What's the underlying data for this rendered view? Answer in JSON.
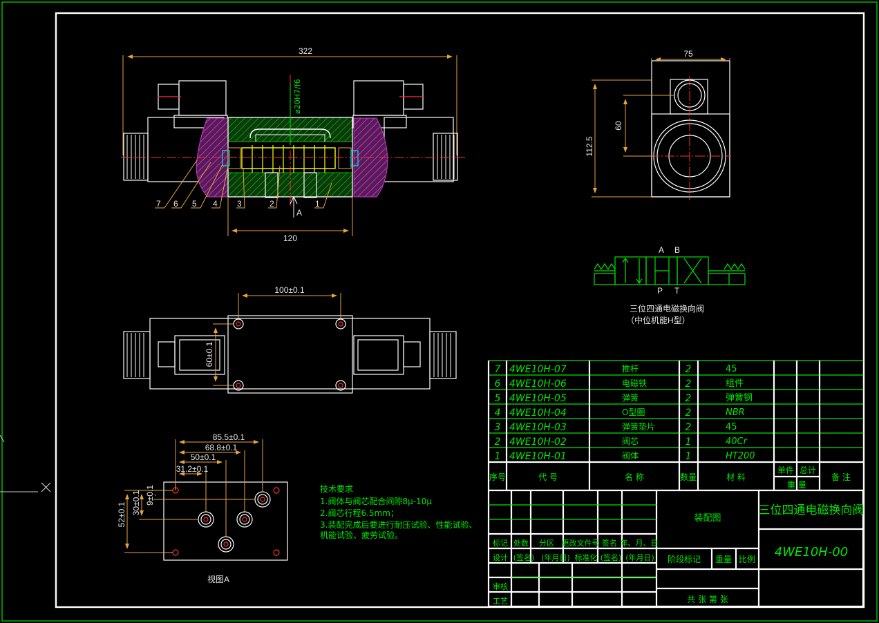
{
  "views": {
    "front": {
      "dim_overall": "322",
      "dim_body": "120",
      "dim_spool_fit": "ø20H7/f6",
      "view_arrow_label": "A",
      "balloons": [
        "7",
        "6",
        "5",
        "4",
        "3",
        "2",
        "1"
      ]
    },
    "side": {
      "dim_width": "75",
      "dim_height_total": "112.5",
      "dim_height_axis": "60"
    },
    "top": {
      "dim_port_spacing_x": "100±0.1",
      "dim_port_spacing_y": "60±0.1"
    },
    "view_a": {
      "caption": "视图A",
      "dims_horizontal": [
        "85.5±0.1",
        "68.8±0.1",
        "50±0.1",
        "31.2±0.1"
      ],
      "dims_vertical": [
        "52±0.1",
        "30±0.1",
        "9±0.1"
      ]
    }
  },
  "symbol": {
    "port_a": "A",
    "port_b": "B",
    "port_p": "P",
    "port_t": "T",
    "caption_line1": "三位四通电磁换向阀",
    "caption_line2": "（中位机能H型）"
  },
  "tech_requirements": {
    "title": "技术要求",
    "items": [
      "1.阀体与阀芯配合间隙8μ-10μ",
      "2.阀芯行程6.5mm；",
      "3.装配完成后要进行耐压试验、性能试验、",
      "机能试验、疲劳试验。"
    ]
  },
  "parts_list": {
    "rows": [
      {
        "no": "7",
        "code": "4WE10H-07",
        "name": "推杆",
        "qty": "2",
        "material": "45"
      },
      {
        "no": "6",
        "code": "4WE10H-06",
        "name": "电磁铁",
        "qty": "2",
        "material": "组件"
      },
      {
        "no": "5",
        "code": "4WE10H-05",
        "name": "弹簧",
        "qty": "2",
        "material": "弹簧钢"
      },
      {
        "no": "4",
        "code": "4WE10H-04",
        "name": "O型圈",
        "qty": "2",
        "material": "NBR"
      },
      {
        "no": "3",
        "code": "4WE10H-03",
        "name": "弹簧垫片",
        "qty": "2",
        "material": "45"
      },
      {
        "no": "2",
        "code": "4WE10H-02",
        "name": "阀芯",
        "qty": "1",
        "material": "40Cr"
      },
      {
        "no": "1",
        "code": "4WE10H-01",
        "name": "阀体",
        "qty": "1",
        "material": "HT200"
      }
    ],
    "header": {
      "no": "序号",
      "code": "代 号",
      "name": "名 称",
      "qty": "数量",
      "material": "材 料",
      "unit": "单件",
      "total": "总计",
      "weight": "重 量",
      "remark": "备 注"
    }
  },
  "title_block": {
    "drawing_type": "装配图",
    "product_name": "三位四通电磁换向阀",
    "drawing_no": "4WE10H-00",
    "row_mark": [
      "标记",
      "处数",
      "分区",
      "更改文件号",
      "签名",
      "年、月、日"
    ],
    "row_design": [
      "设计",
      "(签名)",
      "(年月日)",
      "标准化",
      "(签名)",
      "(年月日)"
    ],
    "stage_mark": "阶段标记",
    "weight": "重量",
    "scale": "比例",
    "review": "审核",
    "process": "工艺",
    "sheets": "共 张 第 张"
  },
  "colors": {
    "background": "#000000",
    "frame": "#00e600",
    "outline": "#ffffff",
    "centerline": "#ff3030",
    "dimension": "#e8a33a",
    "section_hatch": "#c040c0",
    "spool": "#ffff00",
    "table_text": "#00e600"
  }
}
